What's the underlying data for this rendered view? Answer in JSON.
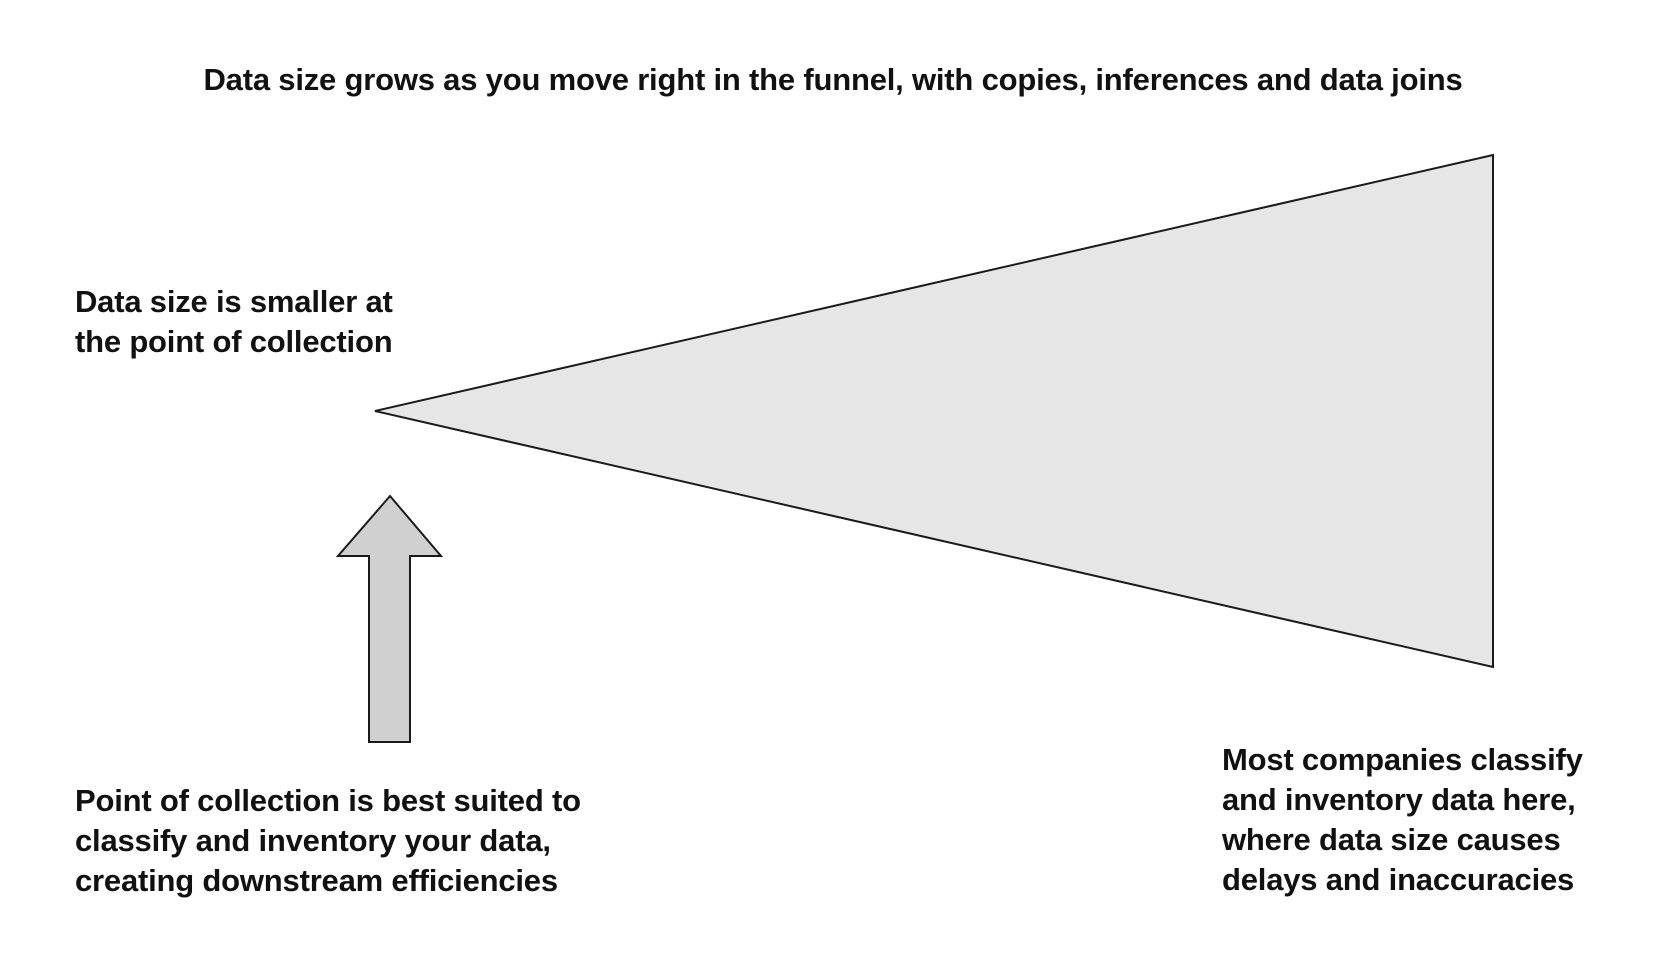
{
  "headline": "Data size grows as you move right in the funnel, with copies, inferences and data joins",
  "collection_note": {
    "lines": [
      "Data size is smaller at",
      "the point of collection"
    ]
  },
  "best_practice_note": {
    "lines": [
      "Point of collection is best suited to",
      "classify and inventory your data,",
      "creating downstream efficiencies"
    ]
  },
  "common_practice_note": {
    "lines": [
      "Most companies classify",
      "and inventory data here,",
      "where data size causes",
      "delays and inaccuracies"
    ]
  },
  "colors": {
    "funnel_fill": "#e6e6e6",
    "arrow_fill": "#d0d0d0",
    "stroke": "#1a1a1a",
    "text": "#111111"
  }
}
